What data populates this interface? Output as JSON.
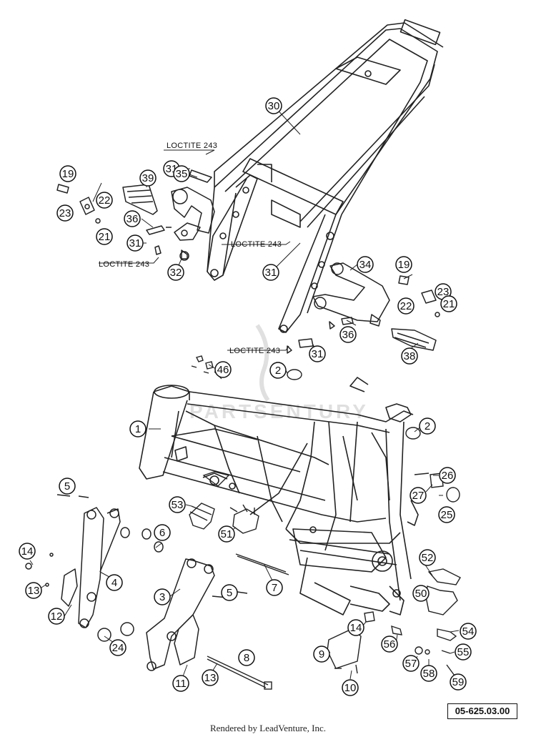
{
  "labels": [
    "1",
    "2",
    "3",
    "4",
    "5",
    "6",
    "7",
    "8",
    "9",
    "10",
    "11",
    "12",
    "13",
    "14",
    "19",
    "21",
    "22",
    "23",
    "24",
    "25",
    "26",
    "27",
    "30",
    "31",
    "32",
    "34",
    "35",
    "36",
    "38",
    "39",
    "46",
    "50",
    "51",
    "52",
    "53",
    "54",
    "55",
    "56",
    "57",
    "58",
    "59"
  ],
  "loctite_text": "LOCTITE 243",
  "watermark_text": "PARTSENTURY",
  "diagram_code": "05-625.03.00",
  "credit": "Rendered by LeadVenture, Inc."
}
